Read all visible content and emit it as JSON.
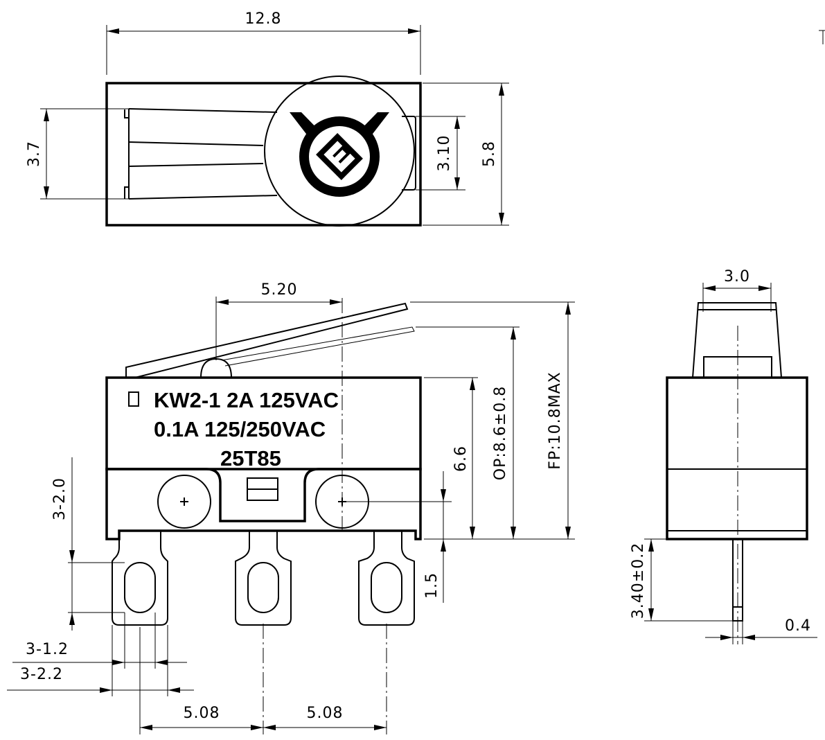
{
  "top_view": {
    "width_dim": "12.8",
    "height_dim": "5.8",
    "actuator_dim": "3.7",
    "logo_dim": "3.10"
  },
  "front_view": {
    "roller_dim": "5.20",
    "marking": {
      "line1": "KW2-1  2A 125VAC",
      "line2": "0.1A 125/250VAC",
      "line3": "25T85"
    },
    "mount_height_dim": "6.6",
    "op_dim": "OP:8.6±0.8",
    "fp_dim": "FP:10.8MAX",
    "hole_dim": "3-2.0",
    "terminal_len_dim": "1.5",
    "slot_width_dim": "3-1.2",
    "terminal_width_dim": "3-2.2",
    "pitch_left_dim": "5.08",
    "pitch_right_dim": "5.08"
  },
  "side_view": {
    "plunger_dim": "3.0",
    "terminal_length_dim": "3.40±0.2",
    "terminal_thick_dim": "0.4"
  }
}
